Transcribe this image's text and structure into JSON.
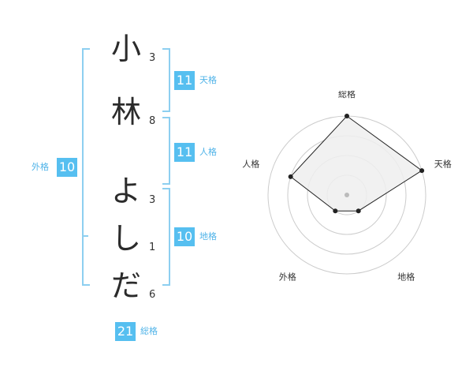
{
  "name": {
    "chars": [
      "小",
      "林",
      "よ",
      "し",
      "だ"
    ],
    "strokes": [
      "3",
      "8",
      "3",
      "1",
      "6"
    ]
  },
  "grades": {
    "tenkaku": {
      "value": "11",
      "label": "天格"
    },
    "jinkaku": {
      "value": "11",
      "label": "人格"
    },
    "chikaku": {
      "value": "10",
      "label": "地格"
    },
    "gaikaku": {
      "value": "10",
      "label": "外格"
    },
    "soukaku": {
      "value": "21",
      "label": "総格"
    }
  },
  "colors": {
    "accent": "#56bff0",
    "bracket": "#8dcff0",
    "fill": "#eeeeee",
    "ring": "#cccccc"
  },
  "chart_data": {
    "type": "radar",
    "axes": [
      "総格",
      "天格",
      "地格",
      "外格",
      "人格"
    ],
    "values": [
      4,
      4,
      1,
      1,
      3
    ],
    "max": 4
  }
}
